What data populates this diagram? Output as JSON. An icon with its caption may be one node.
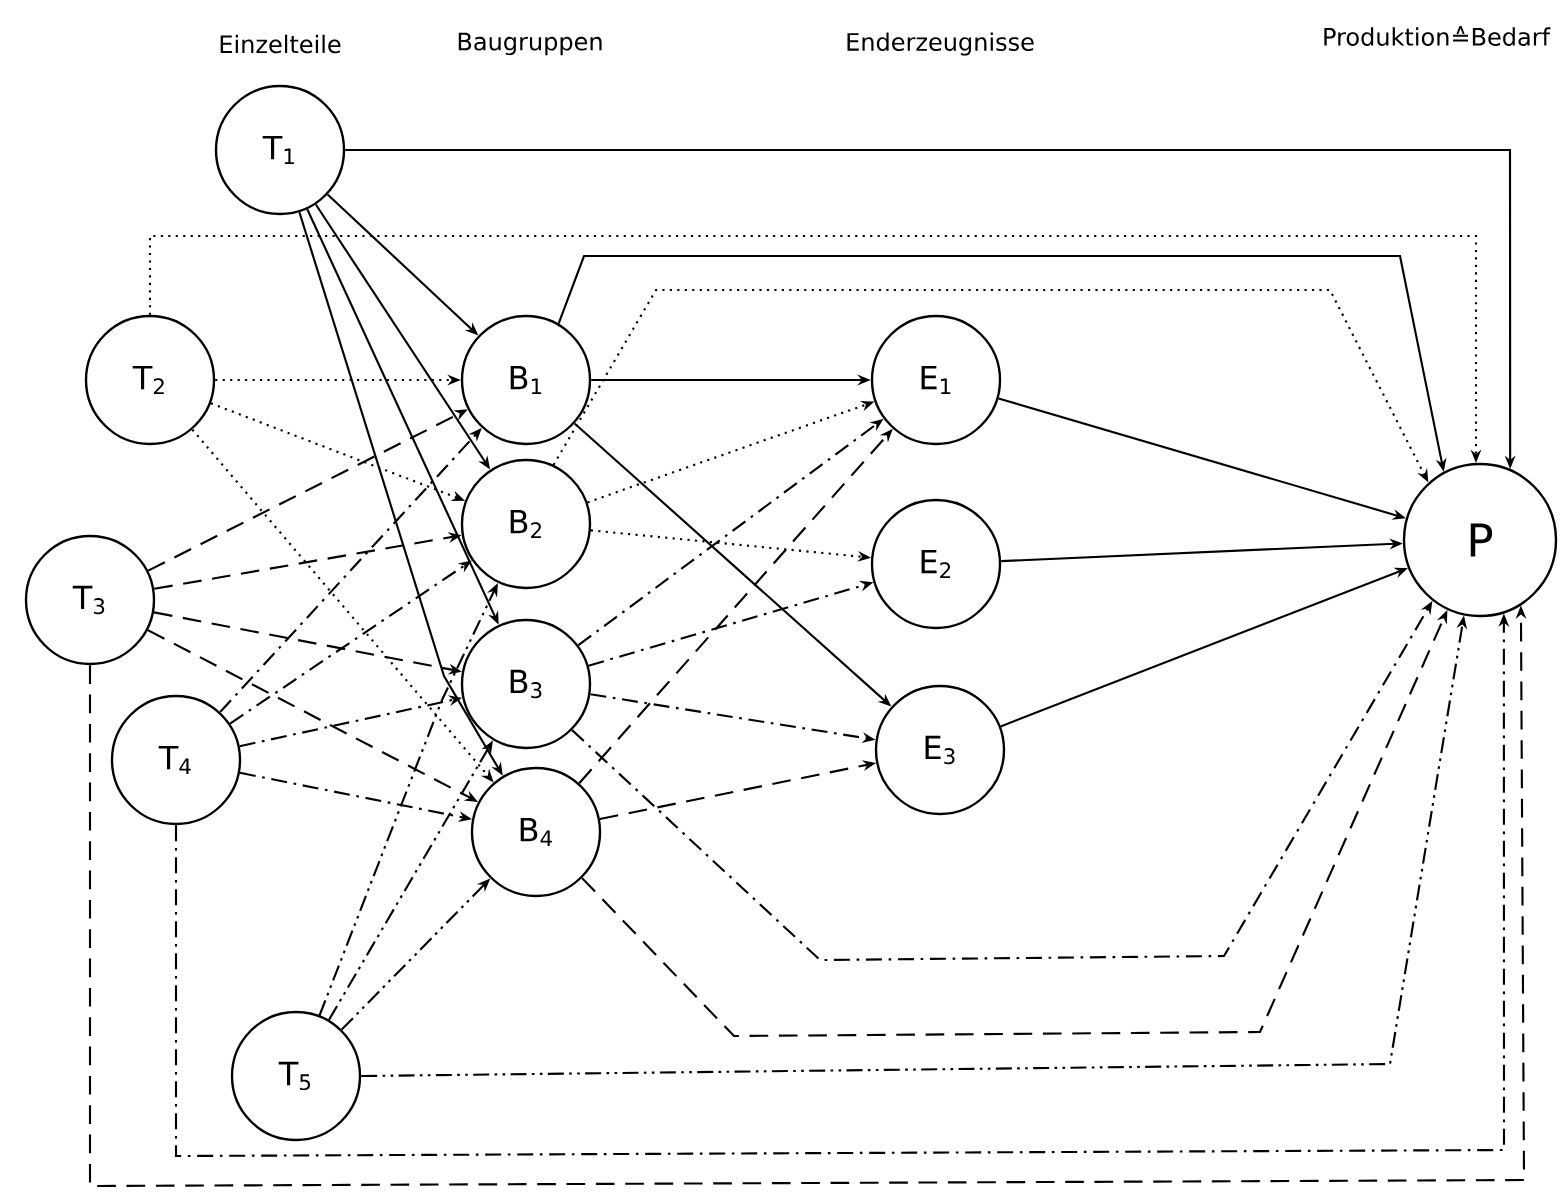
{
  "diagram": {
    "nodes": [
      {
        "text": [
          "T$_{1}$"
        ]
      },
      {
        "text": [
          "T$_{2}$"
        ]
      },
      {
        "text": [
          "T$_{3}$"
        ]
      },
      {
        "text": [
          "T$_{4}$"
        ]
      },
      {
        "text": [
          "T$_{5}$"
        ]
      },
      {
        "text": [
          "B$_{1}$"
        ]
      },
      {
        "text": [
          "B$_{2}$"
        ]
      },
      {
        "text": [
          "B$_{3}$"
        ]
      },
      {
        "text": [
          "B$_{4}$"
        ]
      },
      {
        "text": [
          "E$_{1}$"
        ]
      },
      {
        "text": [
          "E$_{2}$"
        ]
      },
      {
        "text": [
          "E$_{3}$"
        ]
      },
      {
        "text": [
          "P"
        ]
      }
    ],
    "edges": [
      {
        "from": 0,
        "to": 5,
        "arrow": "to"
      },
      {
        "from": 0,
        "to": 6,
        "arrow": "to"
      },
      {
        "from": 0,
        "to": 7,
        "arrow": "to"
      },
      {
        "from": 0,
        "to": 8,
        "arrow": "to"
      },
      {
        "from": 0,
        "to": 12,
        "arrow": "to"
      },
      {
        "from": 1,
        "to": 5,
        "arrow": "to",
        "style": "dashed"
      },
      {
        "from": 1,
        "to": 6,
        "arrow": "to",
        "style": "dashed"
      },
      {
        "from": 1,
        "to": 8,
        "arrow": "to",
        "style": "dashed"
      },
      {
        "from": 1,
        "to": 12,
        "arrow": "to",
        "style": "dashed"
      },
      {
        "from": 2,
        "to": 5,
        "arrow": "to",
        "style": "dashed"
      },
      {
        "from": 2,
        "to": 6,
        "arrow": "to",
        "style": "dashed"
      },
      {
        "from": 2,
        "to": 7,
        "arrow": "to",
        "style": "dashed"
      },
      {
        "from": 2,
        "to": 8,
        "arrow": "to",
        "style": "dashed"
      },
      {
        "from": 2,
        "to": 12,
        "arrow": "to",
        "style": "dashed"
      },
      {
        "from": 3,
        "to": 5,
        "arrow": "to",
        "style": "dashed"
      },
      {
        "from": 3,
        "to": 6,
        "arrow": "to",
        "style": "dashed"
      },
      {
        "from": 3,
        "to": 7,
        "arrow": "to",
        "style": "dashed"
      },
      {
        "from": 3,
        "to": 8,
        "arrow": "to",
        "style": "dashed"
      },
      {
        "from": 3,
        "to": 12,
        "arrow": "to",
        "style": "dashed"
      },
      {
        "from": 4,
        "to": 6,
        "arrow": "to",
        "style": "dashed"
      },
      {
        "from": 4,
        "to": 7,
        "arrow": "to",
        "style": "dashed"
      },
      {
        "from": 4,
        "to": 8,
        "arrow": "to",
        "style": "dashed"
      },
      {
        "from": 4,
        "to": 12,
        "arrow": "to",
        "style": "dashed"
      },
      {
        "from": 5,
        "to": 9,
        "arrow": "to"
      },
      {
        "from": 5,
        "to": 11,
        "arrow": "to"
      },
      {
        "from": 5,
        "to": 12,
        "arrow": "to"
      },
      {
        "from": 6,
        "to": 9,
        "arrow": "to",
        "style": "dashed"
      },
      {
        "from": 6,
        "to": 10,
        "arrow": "to",
        "style": "dashed"
      },
      {
        "from": 6,
        "to": 12,
        "arrow": "to",
        "style": "dashed"
      },
      {
        "from": 7,
        "to": 9,
        "arrow": "to",
        "style": "dashed"
      },
      {
        "from": 7,
        "to": 10,
        "arrow": "to",
        "style": "dashed"
      },
      {
        "from": 7,
        "to": 11,
        "arrow": "to",
        "style": "dashed"
      },
      {
        "from": 7,
        "to": 12,
        "arrow": "to",
        "style": "dashed"
      },
      {
        "from": 8,
        "to": 9,
        "arrow": "to",
        "style": "dashed"
      },
      {
        "from": 8,
        "to": 11,
        "arrow": "to",
        "style": "dashed"
      },
      {
        "from": 8,
        "to": 12,
        "arrow": "to",
        "style": "dashed"
      },
      {
        "from": 9,
        "to": 12,
        "arrow": "to"
      },
      {
        "from": 10,
        "to": 12,
        "arrow": "to"
      },
      {
        "from": 11,
        "to": 12,
        "arrow": "to"
      }
    ],
    "labels": [
      "Einzelteile",
      "Baugruppen",
      "Enderzeugnisse",
      "Produktion≙Bedarf"
    ]
  }
}
